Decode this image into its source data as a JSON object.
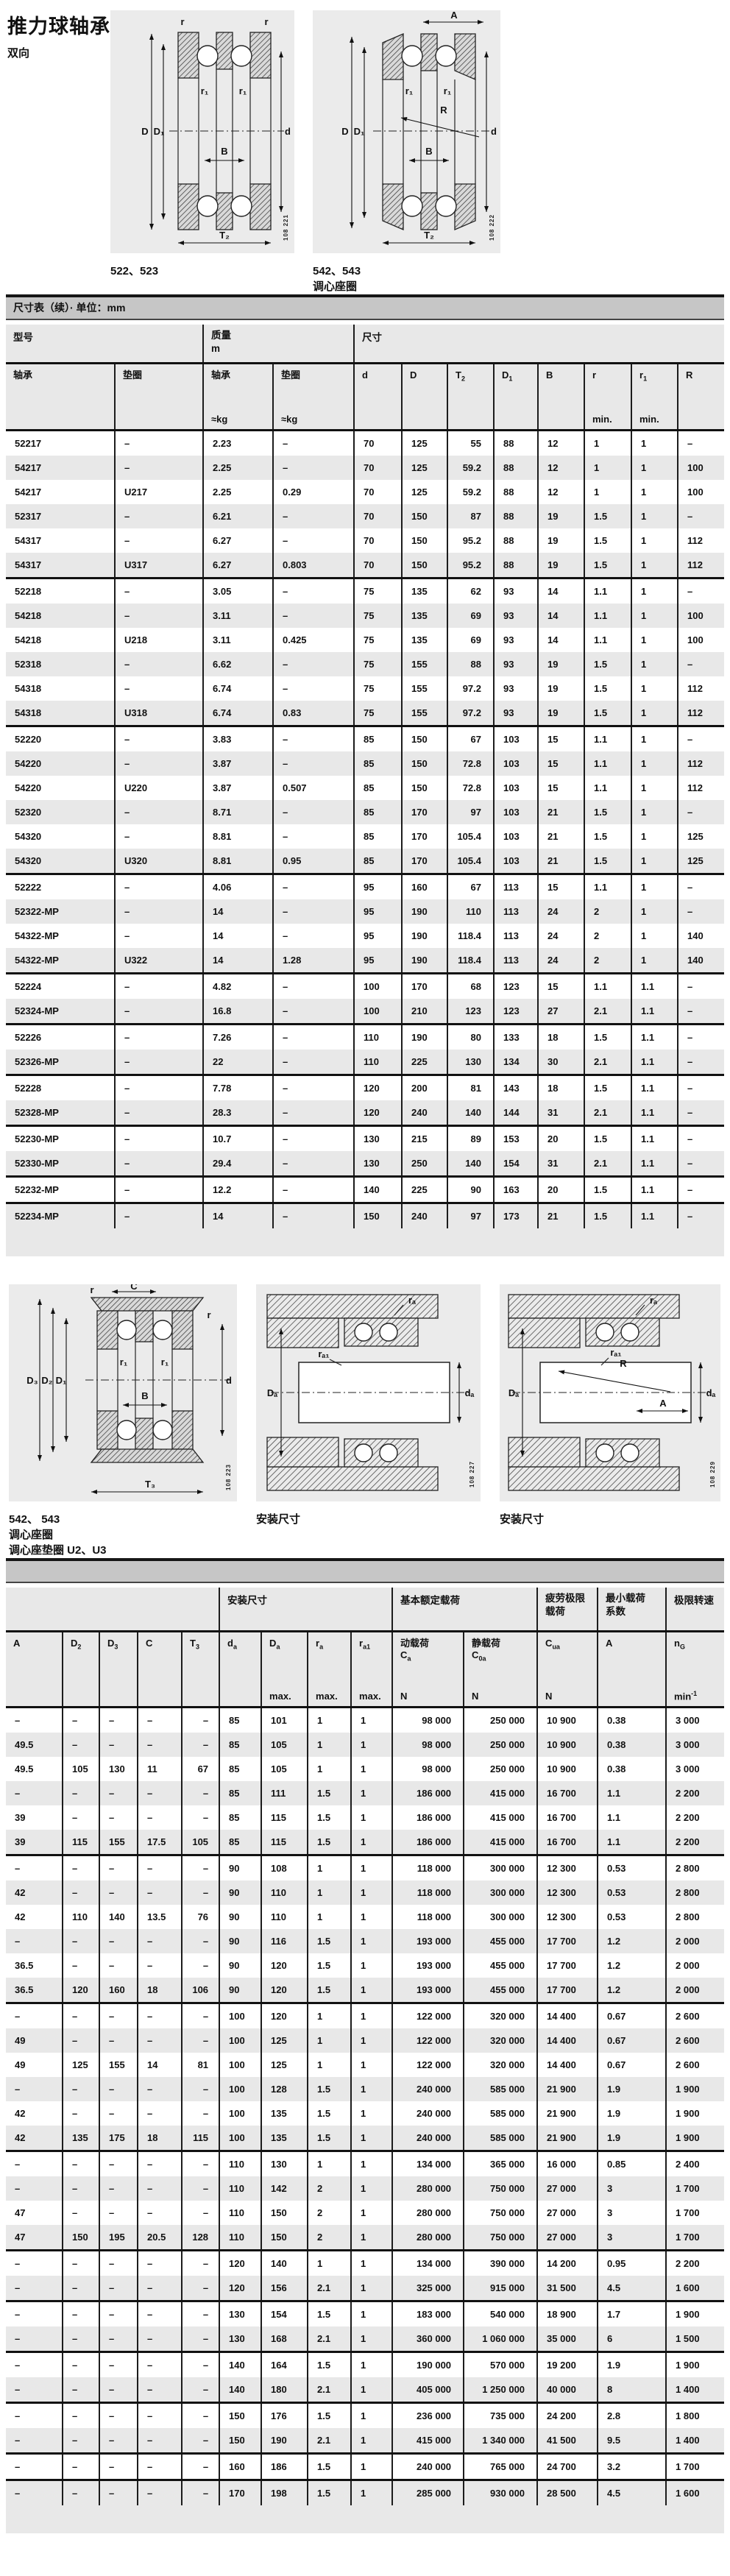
{
  "page": {
    "title": "推力球轴承",
    "subtitle": "双向"
  },
  "diagrams": {
    "d522": {
      "caption": "522、523",
      "code": "108 221",
      "labels": {
        "r_left": "r",
        "r_right": "r",
        "r1_left": "r₁",
        "r1_right": "r₁",
        "D": "D",
        "D1": "D₁",
        "B": "B",
        "d": "d",
        "T2": "T₂"
      }
    },
    "d542": {
      "caption1": "542、543",
      "caption2": "调心座圈",
      "code": "108 222",
      "labels": {
        "A": "A",
        "R": "R",
        "r1_left": "r₁",
        "r1_right": "r₁",
        "D": "D",
        "D1": "D₁",
        "B": "B",
        "d": "d",
        "T2": "T₂"
      }
    },
    "d543u": {
      "caption1": "542、 543",
      "caption2": "调心座圈",
      "caption3": "调心座垫圈 U2、U3",
      "code": "108 223",
      "labels": {
        "C": "C",
        "r_left": "r",
        "r_right": "r",
        "r1_left": "r₁",
        "r1_right": "r₁",
        "D3": "D₃",
        "D2": "D₂",
        "D1": "D₁",
        "B": "B",
        "d": "d",
        "T3": "T₃"
      }
    },
    "mount1": {
      "caption": "安装尺寸",
      "code": "108 227",
      "labels": {
        "ra": "rₐ",
        "ra1": "rₐ₁",
        "Da": "Dₐ",
        "da": "dₐ"
      }
    },
    "mount2": {
      "caption": "安装尺寸",
      "code": "108 229",
      "labels": {
        "ra": "rₐ",
        "ra1": "rₐ₁",
        "Da": "Dₐ",
        "da": "dₐ",
        "R": "R",
        "A": "A"
      }
    }
  },
  "table1": {
    "caption": "尺寸表（续）· 单位：mm",
    "header": {
      "model": "型号",
      "mass": "质量",
      "mass_symbol": "m",
      "dimensions": "尺寸"
    },
    "cols": {
      "c1": {
        "t": "轴承"
      },
      "c2": {
        "t": "垫圈"
      },
      "c3": {
        "t": "轴承",
        "u": "≈kg"
      },
      "c4": {
        "t": "垫圈",
        "u": "≈kg"
      },
      "c5": {
        "t": "d"
      },
      "c6": {
        "t": "D"
      },
      "c7": {
        "t": "T",
        "s": "2"
      },
      "c8": {
        "t": "D",
        "s": "1"
      },
      "c9": {
        "t": "B"
      },
      "c10": {
        "t": "r",
        "u": "min."
      },
      "c11": {
        "t": "r",
        "s": "1",
        "u": "min."
      },
      "c12": {
        "t": "R"
      }
    },
    "groups": [
      [
        [
          "52217",
          "–",
          "2.23",
          "–",
          "70",
          "125",
          "55",
          "88",
          "12",
          "1",
          "1",
          "–"
        ],
        [
          "54217",
          "–",
          "2.25",
          "–",
          "70",
          "125",
          "59.2",
          "88",
          "12",
          "1",
          "1",
          "100"
        ],
        [
          "54217",
          "U217",
          "2.25",
          "0.29",
          "70",
          "125",
          "59.2",
          "88",
          "12",
          "1",
          "1",
          "100"
        ],
        [
          "52317",
          "–",
          "6.21",
          "–",
          "70",
          "150",
          "87",
          "88",
          "19",
          "1.5",
          "1",
          "–"
        ],
        [
          "54317",
          "–",
          "6.27",
          "–",
          "70",
          "150",
          "95.2",
          "88",
          "19",
          "1.5",
          "1",
          "112"
        ],
        [
          "54317",
          "U317",
          "6.27",
          "0.803",
          "70",
          "150",
          "95.2",
          "88",
          "19",
          "1.5",
          "1",
          "112"
        ]
      ],
      [
        [
          "52218",
          "–",
          "3.05",
          "–",
          "75",
          "135",
          "62",
          "93",
          "14",
          "1.1",
          "1",
          "–"
        ],
        [
          "54218",
          "–",
          "3.11",
          "–",
          "75",
          "135",
          "69",
          "93",
          "14",
          "1.1",
          "1",
          "100"
        ],
        [
          "54218",
          "U218",
          "3.11",
          "0.425",
          "75",
          "135",
          "69",
          "93",
          "14",
          "1.1",
          "1",
          "100"
        ],
        [
          "52318",
          "–",
          "6.62",
          "–",
          "75",
          "155",
          "88",
          "93",
          "19",
          "1.5",
          "1",
          "–"
        ],
        [
          "54318",
          "–",
          "6.74",
          "–",
          "75",
          "155",
          "97.2",
          "93",
          "19",
          "1.5",
          "1",
          "112"
        ],
        [
          "54318",
          "U318",
          "6.74",
          "0.83",
          "75",
          "155",
          "97.2",
          "93",
          "19",
          "1.5",
          "1",
          "112"
        ]
      ],
      [
        [
          "52220",
          "–",
          "3.83",
          "–",
          "85",
          "150",
          "67",
          "103",
          "15",
          "1.1",
          "1",
          "–"
        ],
        [
          "54220",
          "–",
          "3.87",
          "–",
          "85",
          "150",
          "72.8",
          "103",
          "15",
          "1.1",
          "1",
          "112"
        ],
        [
          "54220",
          "U220",
          "3.87",
          "0.507",
          "85",
          "150",
          "72.8",
          "103",
          "15",
          "1.1",
          "1",
          "112"
        ],
        [
          "52320",
          "–",
          "8.71",
          "–",
          "85",
          "170",
          "97",
          "103",
          "21",
          "1.5",
          "1",
          "–"
        ],
        [
          "54320",
          "–",
          "8.81",
          "–",
          "85",
          "170",
          "105.4",
          "103",
          "21",
          "1.5",
          "1",
          "125"
        ],
        [
          "54320",
          "U320",
          "8.81",
          "0.95",
          "85",
          "170",
          "105.4",
          "103",
          "21",
          "1.5",
          "1",
          "125"
        ]
      ],
      [
        [
          "52222",
          "–",
          "4.06",
          "–",
          "95",
          "160",
          "67",
          "113",
          "15",
          "1.1",
          "1",
          "–"
        ],
        [
          "52322-MP",
          "–",
          "14",
          "–",
          "95",
          "190",
          "110",
          "113",
          "24",
          "2",
          "1",
          "–"
        ],
        [
          "54322-MP",
          "–",
          "14",
          "–",
          "95",
          "190",
          "118.4",
          "113",
          "24",
          "2",
          "1",
          "140"
        ],
        [
          "54322-MP",
          "U322",
          "14",
          "1.28",
          "95",
          "190",
          "118.4",
          "113",
          "24",
          "2",
          "1",
          "140"
        ]
      ],
      [
        [
          "52224",
          "–",
          "4.82",
          "–",
          "100",
          "170",
          "68",
          "123",
          "15",
          "1.1",
          "1.1",
          "–"
        ],
        [
          "52324-MP",
          "–",
          "16.8",
          "–",
          "100",
          "210",
          "123",
          "123",
          "27",
          "2.1",
          "1.1",
          "–"
        ]
      ],
      [
        [
          "52226",
          "–",
          "7.26",
          "–",
          "110",
          "190",
          "80",
          "133",
          "18",
          "1.5",
          "1.1",
          "–"
        ],
        [
          "52326-MP",
          "–",
          "22",
          "–",
          "110",
          "225",
          "130",
          "134",
          "30",
          "2.1",
          "1.1",
          "–"
        ]
      ],
      [
        [
          "52228",
          "–",
          "7.78",
          "–",
          "120",
          "200",
          "81",
          "143",
          "18",
          "1.5",
          "1.1",
          "–"
        ],
        [
          "52328-MP",
          "–",
          "28.3",
          "–",
          "120",
          "240",
          "140",
          "144",
          "31",
          "2.1",
          "1.1",
          "–"
        ]
      ],
      [
        [
          "52230-MP",
          "–",
          "10.7",
          "–",
          "130",
          "215",
          "89",
          "153",
          "20",
          "1.5",
          "1.1",
          "–"
        ],
        [
          "52330-MP",
          "–",
          "29.4",
          "–",
          "130",
          "250",
          "140",
          "154",
          "31",
          "2.1",
          "1.1",
          "–"
        ]
      ],
      [
        [
          "52232-MP",
          "–",
          "12.2",
          "–",
          "140",
          "225",
          "90",
          "163",
          "20",
          "1.5",
          "1.1",
          "–"
        ]
      ],
      [
        [
          "52234-MP",
          "–",
          "14",
          "–",
          "150",
          "240",
          "97",
          "173",
          "21",
          "1.5",
          "1.1",
          "–"
        ]
      ]
    ]
  },
  "table2": {
    "caption": "",
    "header": {
      "mounting": "安装尺寸",
      "ratings": "基本额定载荷",
      "fatigue1": "疲劳极限",
      "fatigue2": "载荷",
      "minload1": "最小载荷",
      "minload2": "系数",
      "speed": "极限转速"
    },
    "cols": {
      "c1": {
        "t": "A"
      },
      "c2": {
        "t": "D",
        "s": "2"
      },
      "c3": {
        "t": "D",
        "s": "3"
      },
      "c4": {
        "t": "C"
      },
      "c5": {
        "t": "T",
        "s": "3"
      },
      "c6": {
        "t": "d",
        "s": "a"
      },
      "c7": {
        "t": "D",
        "s": "a",
        "u": "max."
      },
      "c8": {
        "t": "r",
        "s": "a",
        "u": "max."
      },
      "c9": {
        "t": "r",
        "s": "a1",
        "u": "max."
      },
      "c10": {
        "t": "动载荷",
        "t2": "C",
        "s2": "a",
        "u": "N"
      },
      "c11": {
        "t": "静载荷",
        "t2": "C",
        "s2": "0a",
        "u": "N"
      },
      "c12": {
        "t": "C",
        "s": "ua",
        "u": "N"
      },
      "c13": {
        "t": "A"
      },
      "c14": {
        "t": "n",
        "s": "G",
        "u": "min",
        "usup": "-1"
      }
    },
    "groups": [
      [
        [
          "–",
          "–",
          "–",
          "–",
          "–",
          "85",
          "101",
          "1",
          "1",
          "98 000",
          "250 000",
          "10 900",
          "0.38",
          "3 000"
        ],
        [
          "49.5",
          "–",
          "–",
          "–",
          "–",
          "85",
          "105",
          "1",
          "1",
          "98 000",
          "250 000",
          "10 900",
          "0.38",
          "3 000"
        ],
        [
          "49.5",
          "105",
          "130",
          "11",
          "67",
          "85",
          "105",
          "1",
          "1",
          "98 000",
          "250 000",
          "10 900",
          "0.38",
          "3 000"
        ],
        [
          "–",
          "–",
          "–",
          "–",
          "–",
          "85",
          "111",
          "1.5",
          "1",
          "186 000",
          "415 000",
          "16 700",
          "1.1",
          "2 200"
        ],
        [
          "39",
          "–",
          "–",
          "–",
          "–",
          "85",
          "115",
          "1.5",
          "1",
          "186 000",
          "415 000",
          "16 700",
          "1.1",
          "2 200"
        ],
        [
          "39",
          "115",
          "155",
          "17.5",
          "105",
          "85",
          "115",
          "1.5",
          "1",
          "186 000",
          "415 000",
          "16 700",
          "1.1",
          "2 200"
        ]
      ],
      [
        [
          "–",
          "–",
          "–",
          "–",
          "–",
          "90",
          "108",
          "1",
          "1",
          "118 000",
          "300 000",
          "12 300",
          "0.53",
          "2 800"
        ],
        [
          "42",
          "–",
          "–",
          "–",
          "–",
          "90",
          "110",
          "1",
          "1",
          "118 000",
          "300 000",
          "12 300",
          "0.53",
          "2 800"
        ],
        [
          "42",
          "110",
          "140",
          "13.5",
          "76",
          "90",
          "110",
          "1",
          "1",
          "118 000",
          "300 000",
          "12 300",
          "0.53",
          "2 800"
        ],
        [
          "–",
          "–",
          "–",
          "–",
          "–",
          "90",
          "116",
          "1.5",
          "1",
          "193 000",
          "455 000",
          "17 700",
          "1.2",
          "2 000"
        ],
        [
          "36.5",
          "–",
          "–",
          "–",
          "–",
          "90",
          "120",
          "1.5",
          "1",
          "193 000",
          "455 000",
          "17 700",
          "1.2",
          "2 000"
        ],
        [
          "36.5",
          "120",
          "160",
          "18",
          "106",
          "90",
          "120",
          "1.5",
          "1",
          "193 000",
          "455 000",
          "17 700",
          "1.2",
          "2 000"
        ]
      ],
      [
        [
          "–",
          "–",
          "–",
          "–",
          "–",
          "100",
          "120",
          "1",
          "1",
          "122 000",
          "320 000",
          "14 400",
          "0.67",
          "2 600"
        ],
        [
          "49",
          "–",
          "–",
          "–",
          "–",
          "100",
          "125",
          "1",
          "1",
          "122 000",
          "320 000",
          "14 400",
          "0.67",
          "2 600"
        ],
        [
          "49",
          "125",
          "155",
          "14",
          "81",
          "100",
          "125",
          "1",
          "1",
          "122 000",
          "320 000",
          "14 400",
          "0.67",
          "2 600"
        ],
        [
          "–",
          "–",
          "–",
          "–",
          "–",
          "100",
          "128",
          "1.5",
          "1",
          "240 000",
          "585 000",
          "21 900",
          "1.9",
          "1 900"
        ],
        [
          "42",
          "–",
          "–",
          "–",
          "–",
          "100",
          "135",
          "1.5",
          "1",
          "240 000",
          "585 000",
          "21 900",
          "1.9",
          "1 900"
        ],
        [
          "42",
          "135",
          "175",
          "18",
          "115",
          "100",
          "135",
          "1.5",
          "1",
          "240 000",
          "585 000",
          "21 900",
          "1.9",
          "1 900"
        ]
      ],
      [
        [
          "–",
          "–",
          "–",
          "–",
          "–",
          "110",
          "130",
          "1",
          "1",
          "134 000",
          "365 000",
          "16 000",
          "0.85",
          "2 400"
        ],
        [
          "–",
          "–",
          "–",
          "–",
          "–",
          "110",
          "142",
          "2",
          "1",
          "280 000",
          "750 000",
          "27 000",
          "3",
          "1 700"
        ],
        [
          "47",
          "–",
          "–",
          "–",
          "–",
          "110",
          "150",
          "2",
          "1",
          "280 000",
          "750 000",
          "27 000",
          "3",
          "1 700"
        ],
        [
          "47",
          "150",
          "195",
          "20.5",
          "128",
          "110",
          "150",
          "2",
          "1",
          "280 000",
          "750 000",
          "27 000",
          "3",
          "1 700"
        ]
      ],
      [
        [
          "–",
          "–",
          "–",
          "–",
          "–",
          "120",
          "140",
          "1",
          "1",
          "134 000",
          "390 000",
          "14 200",
          "0.95",
          "2 200"
        ],
        [
          "–",
          "–",
          "–",
          "–",
          "–",
          "120",
          "156",
          "2.1",
          "1",
          "325 000",
          "915 000",
          "31 500",
          "4.5",
          "1 600"
        ]
      ],
      [
        [
          "–",
          "–",
          "–",
          "–",
          "–",
          "130",
          "154",
          "1.5",
          "1",
          "183 000",
          "540 000",
          "18 900",
          "1.7",
          "1 900"
        ],
        [
          "–",
          "–",
          "–",
          "–",
          "–",
          "130",
          "168",
          "2.1",
          "1",
          "360 000",
          "1 060 000",
          "35 000",
          "6",
          "1 500"
        ]
      ],
      [
        [
          "–",
          "–",
          "–",
          "–",
          "–",
          "140",
          "164",
          "1.5",
          "1",
          "190 000",
          "570 000",
          "19 200",
          "1.9",
          "1 900"
        ],
        [
          "–",
          "–",
          "–",
          "–",
          "–",
          "140",
          "180",
          "2.1",
          "1",
          "405 000",
          "1 250 000",
          "40 000",
          "8",
          "1 400"
        ]
      ],
      [
        [
          "–",
          "–",
          "–",
          "–",
          "–",
          "150",
          "176",
          "1.5",
          "1",
          "236 000",
          "735 000",
          "24 200",
          "2.8",
          "1 800"
        ],
        [
          "–",
          "–",
          "–",
          "–",
          "–",
          "150",
          "190",
          "2.1",
          "1",
          "415 000",
          "1 340 000",
          "41 500",
          "9.5",
          "1 400"
        ]
      ],
      [
        [
          "–",
          "–",
          "–",
          "–",
          "–",
          "160",
          "186",
          "1.5",
          "1",
          "240 000",
          "765 000",
          "24 700",
          "3.2",
          "1 700"
        ]
      ],
      [
        [
          "–",
          "–",
          "–",
          "–",
          "–",
          "170",
          "198",
          "1.5",
          "1",
          "285 000",
          "930 000",
          "28 500",
          "4.5",
          "1 600"
        ]
      ]
    ]
  }
}
